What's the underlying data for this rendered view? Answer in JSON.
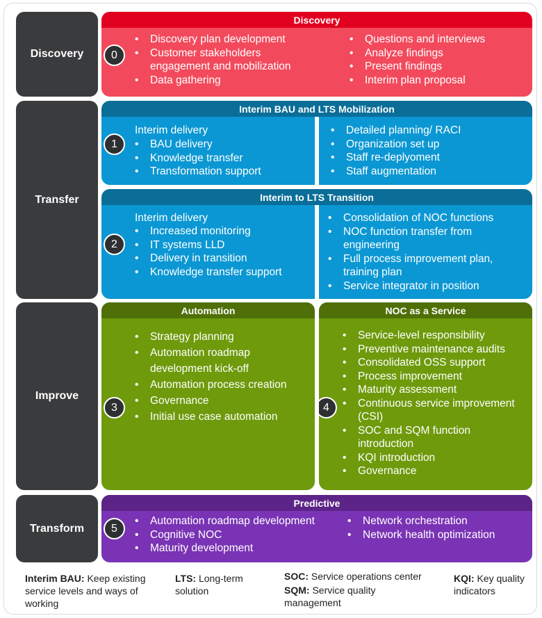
{
  "colors": {
    "label_bg": "#3a3b3d",
    "discovery": "#f24a5c",
    "discovery_header": "#e1001f",
    "transfer": "#0b97d3",
    "transfer_header": "#0a6e99",
    "improve": "#6e9a0c",
    "improve_header": "#4f6f08",
    "predictive": "#7a33b4",
    "predictive_header": "#5c2487",
    "badge": "#2e2f31"
  },
  "phases": {
    "discovery": "Discovery",
    "transfer": "Transfer",
    "improve": "Improve",
    "transform": "Transform"
  },
  "discovery": {
    "header": "Discovery",
    "badge": "0",
    "left": [
      "Discovery plan development",
      "Customer stakeholders engagement and mobilization",
      "Data gathering"
    ],
    "right": [
      "Questions and interviews",
      "Analyze findings",
      "Present findings",
      "Interim plan proposal"
    ]
  },
  "mobilization": {
    "header": "Interim BAU and LTS Mobilization",
    "badge": "1",
    "lead": "Interim delivery",
    "left": [
      "BAU delivery",
      " Knowledge transfer",
      "Transformation support"
    ],
    "right": [
      "Detailed planning/ RACI",
      "Organization set up",
      "Staff re-deplyoment",
      "Staff augmentation"
    ]
  },
  "transition": {
    "header": "Interim to LTS Transition",
    "badge": "2",
    "lead": "Interim delivery",
    "left": [
      "Increased monitoring",
      "IT systems LLD",
      "Delivery in transition",
      "Knowledge transfer support"
    ],
    "right": [
      "Consolidation of NOC functions",
      "NOC function transfer from engineering",
      "Full process improvement plan, training plan",
      "Service integrator in position"
    ]
  },
  "automation": {
    "header": "Automation",
    "badge": "3",
    "items": [
      "Strategy planning",
      "Automation roadmap development kick-off",
      "Automation process creation",
      "Governance",
      "Initial use case automation"
    ]
  },
  "noc": {
    "header": "NOC as a Service",
    "badge": "4",
    "items": [
      "Service-level responsibility",
      "Preventive maintenance audits",
      "Consolidated OSS support",
      "Process improvement",
      "Maturity assessment",
      "Continuous service improvement (CSI)",
      "SOC and SQM function introduction",
      "KQI introduction",
      "Governance"
    ]
  },
  "predictive": {
    "header": "Predictive",
    "badge": "5",
    "left": [
      " Automation roadmap development",
      "Cognitive NOC",
      "Maturity development"
    ],
    "right": [
      "Network orchestration",
      "Network health optimization"
    ]
  },
  "legend": {
    "bau_term": "Interim BAU:",
    "bau_def": "Keep existing service levels and ways of working",
    "lts_term": "LTS:",
    "lts_def": "Long-term solution",
    "soc_term": "SOC:",
    "soc_def": "Service operations center",
    "sqm_term": "SQM:",
    "sqm_def": "Service quality management",
    "kqi_term": "KQI:",
    "kqi_def": "Key quality indicators"
  }
}
